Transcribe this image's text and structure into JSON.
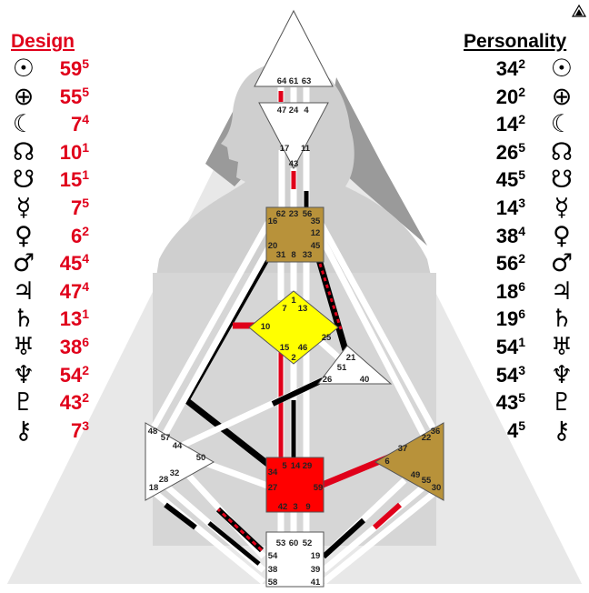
{
  "design": {
    "title": "Design",
    "color": "#e0001a",
    "rows": [
      {
        "planet": "sun-icon",
        "glyph": "☉",
        "gate": "59",
        "line": "5"
      },
      {
        "planet": "earth-icon",
        "glyph": "⊕",
        "gate": "55",
        "line": "5"
      },
      {
        "planet": "moon-icon",
        "glyph": "☾",
        "gate": "7",
        "line": "4"
      },
      {
        "planet": "north-node-icon",
        "glyph": "☊",
        "gate": "10",
        "line": "1"
      },
      {
        "planet": "south-node-icon",
        "glyph": "☋",
        "gate": "15",
        "line": "1"
      },
      {
        "planet": "mercury-icon",
        "glyph": "☿",
        "gate": "7",
        "line": "5"
      },
      {
        "planet": "venus-icon",
        "glyph": "♀",
        "gate": "6",
        "line": "2"
      },
      {
        "planet": "mars-icon",
        "glyph": "♂",
        "gate": "45",
        "line": "4"
      },
      {
        "planet": "jupiter-icon",
        "glyph": "♃",
        "gate": "47",
        "line": "4"
      },
      {
        "planet": "saturn-icon",
        "glyph": "♄",
        "gate": "13",
        "line": "1"
      },
      {
        "planet": "uranus-icon",
        "glyph": "♅",
        "gate": "38",
        "line": "6"
      },
      {
        "planet": "neptune-icon",
        "glyph": "♆",
        "gate": "54",
        "line": "2"
      },
      {
        "planet": "pluto-icon",
        "glyph": "♇",
        "gate": "43",
        "line": "2"
      },
      {
        "planet": "chiron-icon",
        "glyph": "⚷",
        "gate": "7",
        "line": "3"
      }
    ]
  },
  "personality": {
    "title": "Personality",
    "color": "#000000",
    "rows": [
      {
        "planet": "sun-icon",
        "glyph": "☉",
        "gate": "34",
        "line": "2"
      },
      {
        "planet": "earth-icon",
        "glyph": "⊕",
        "gate": "20",
        "line": "2"
      },
      {
        "planet": "moon-icon",
        "glyph": "☾",
        "gate": "14",
        "line": "2"
      },
      {
        "planet": "north-node-icon",
        "glyph": "☊",
        "gate": "26",
        "line": "5"
      },
      {
        "planet": "south-node-icon",
        "glyph": "☋",
        "gate": "45",
        "line": "5"
      },
      {
        "planet": "mercury-icon",
        "glyph": "☿",
        "gate": "14",
        "line": "3"
      },
      {
        "planet": "venus-icon",
        "glyph": "♀",
        "gate": "38",
        "line": "4"
      },
      {
        "planet": "mars-icon",
        "glyph": "♂",
        "gate": "56",
        "line": "2"
      },
      {
        "planet": "jupiter-icon",
        "glyph": "♃",
        "gate": "18",
        "line": "6"
      },
      {
        "planet": "saturn-icon",
        "glyph": "♄",
        "gate": "19",
        "line": "6"
      },
      {
        "planet": "uranus-icon",
        "glyph": "♅",
        "gate": "54",
        "line": "1"
      },
      {
        "planet": "neptune-icon",
        "glyph": "♆",
        "gate": "54",
        "line": "3"
      },
      {
        "planet": "pluto-icon",
        "glyph": "♇",
        "gate": "43",
        "line": "5"
      },
      {
        "planet": "chiron-icon",
        "glyph": "⚷",
        "gate": "4",
        "line": "5"
      }
    ]
  },
  "centers": {
    "head": {
      "gates": [
        "64",
        "61",
        "63"
      ],
      "fill": "#ffffff"
    },
    "ajna": {
      "gates": [
        "47",
        "24",
        "4",
        "17",
        "43",
        "11"
      ],
      "fill": "#ffffff"
    },
    "throat": {
      "gates": [
        "62",
        "23",
        "56",
        "16",
        "35",
        "12",
        "20",
        "45",
        "31",
        "8",
        "33"
      ],
      "fill": "#b8923a"
    },
    "g": {
      "gates": [
        "1",
        "7",
        "13",
        "10",
        "25",
        "15",
        "46",
        "2"
      ],
      "fill": "#ffff00"
    },
    "heart": {
      "gates": [
        "21",
        "51",
        "26",
        "40"
      ],
      "fill": "#ffffff"
    },
    "spleen": {
      "gates": [
        "48",
        "57",
        "44",
        "50",
        "32",
        "28",
        "18"
      ],
      "fill": "#ffffff"
    },
    "sacral": {
      "gates": [
        "5",
        "14",
        "29",
        "34",
        "27",
        "59",
        "42",
        "3",
        "9"
      ],
      "fill": "#ff0000"
    },
    "solar_plexus": {
      "gates": [
        "36",
        "22",
        "37",
        "6",
        "49",
        "55",
        "30"
      ],
      "fill": "#b8923a"
    },
    "root": {
      "gates": [
        "53",
        "60",
        "52",
        "54",
        "19",
        "38",
        "39",
        "58",
        "41"
      ],
      "fill": "#ffffff"
    }
  },
  "colors": {
    "design": "#e0001a",
    "personality": "#000000",
    "body_silhouette": "#c8c8c8",
    "triangle": "#e8e8e8"
  }
}
